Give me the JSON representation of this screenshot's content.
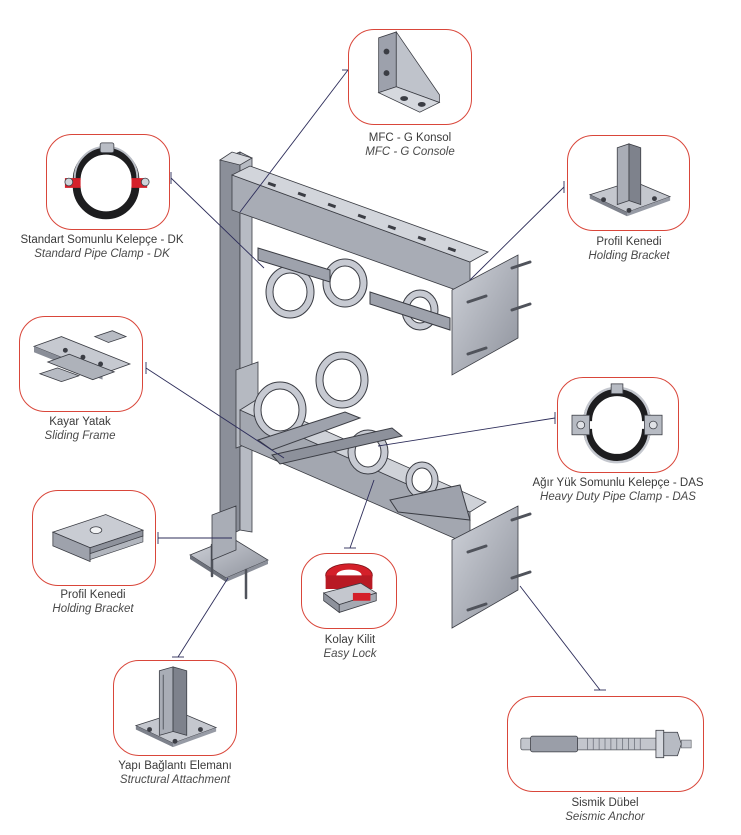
{
  "callouts": {
    "mfc": {
      "tr": "MFC - G Konsol",
      "en": "MFC - G Console",
      "icon": "bracket-console-icon"
    },
    "profil_top": {
      "tr": "Profil Kenedi",
      "en": "Holding Bracket",
      "icon": "holding-bracket-post-icon"
    },
    "dk": {
      "tr": "Standart Somunlu Kelepçe - DK",
      "en": "Standard Pipe Clamp - DK",
      "icon": "pipe-clamp-icon"
    },
    "kayar": {
      "tr": "Kayar Yatak",
      "en": "Sliding Frame",
      "icon": "sliding-frame-icon"
    },
    "das": {
      "tr": "Ağır Yük Somunlu Kelepçe - DAS",
      "en": "Heavy Duty Pipe Clamp - DAS",
      "icon": "heavy-pipe-clamp-icon"
    },
    "profil_left": {
      "tr": "Profil Kenedi",
      "en": "Holding Bracket",
      "icon": "holding-bracket-plate-icon"
    },
    "kolay": {
      "tr": "Kolay Kilit",
      "en": "Easy Lock",
      "icon": "easy-lock-icon"
    },
    "yapi": {
      "tr": "Yapı Bağlantı Elemanı",
      "en": "Structural Attachment",
      "icon": "structural-attachment-icon"
    },
    "sismik": {
      "tr": "Sismik Dübel",
      "en": "Seismic Anchor",
      "icon": "seismic-anchor-icon"
    }
  },
  "colors": {
    "callout_border": "#d9463a",
    "leader_line": "#2d2d5a",
    "steel_light": "#c9ccd4",
    "steel_mid": "#9da1ac",
    "steel_dark": "#5e616b",
    "clamp_red": "#d4202a",
    "rubber_black": "#1d1d1f"
  }
}
